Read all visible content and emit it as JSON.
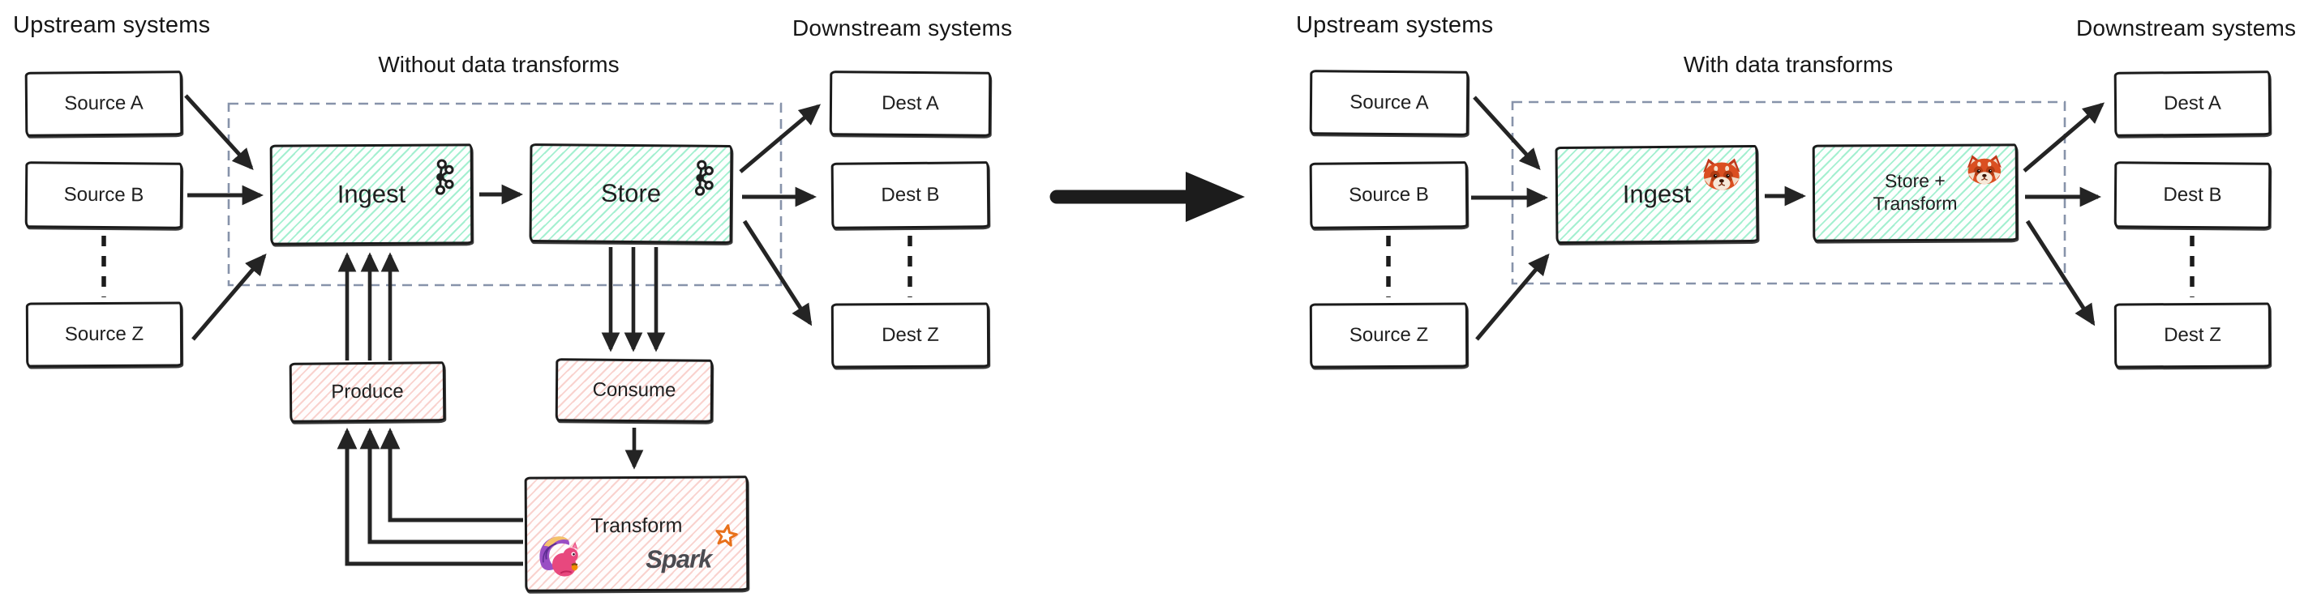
{
  "left": {
    "upstream_label": "Upstream systems",
    "title": "Without data transforms",
    "downstream_label": "Downstream systems",
    "sources": [
      {
        "label": "Source A"
      },
      {
        "label": "Source B"
      },
      {
        "label": "Source Z"
      }
    ],
    "dests": [
      {
        "label": "Dest A"
      },
      {
        "label": "Dest B"
      },
      {
        "label": "Dest Z"
      }
    ],
    "ingest": {
      "label": "Ingest",
      "icon": "kafka-icon"
    },
    "store": {
      "label": "Store",
      "icon": "kafka-icon"
    },
    "produce": {
      "label": "Produce"
    },
    "consume": {
      "label": "Consume"
    },
    "transform": {
      "label": "Transform",
      "left_icon": "flink-squirrel-icon",
      "right_logo": "Spark"
    }
  },
  "right": {
    "upstream_label": "Upstream systems",
    "title": "With data transforms",
    "downstream_label": "Downstream systems",
    "sources": [
      {
        "label": "Source A"
      },
      {
        "label": "Source B"
      },
      {
        "label": "Source Z"
      }
    ],
    "dests": [
      {
        "label": "Dest A"
      },
      {
        "label": "Dest B"
      },
      {
        "label": "Dest Z"
      }
    ],
    "ingest": {
      "label": "Ingest",
      "icon": "redpanda-icon"
    },
    "store_transform": {
      "line1": "Store +",
      "line2": "Transform",
      "icon": "redpanda-icon"
    }
  },
  "colors": {
    "ink": "#1f1f1f",
    "teal_hatch": "#68e5b2",
    "pink_hatch": "#f2a39b",
    "dashed_border": "#8793aa",
    "spark_orange": "#e8701a",
    "flink_pink": "#e8487e",
    "panda_orange": "#da4f21"
  }
}
